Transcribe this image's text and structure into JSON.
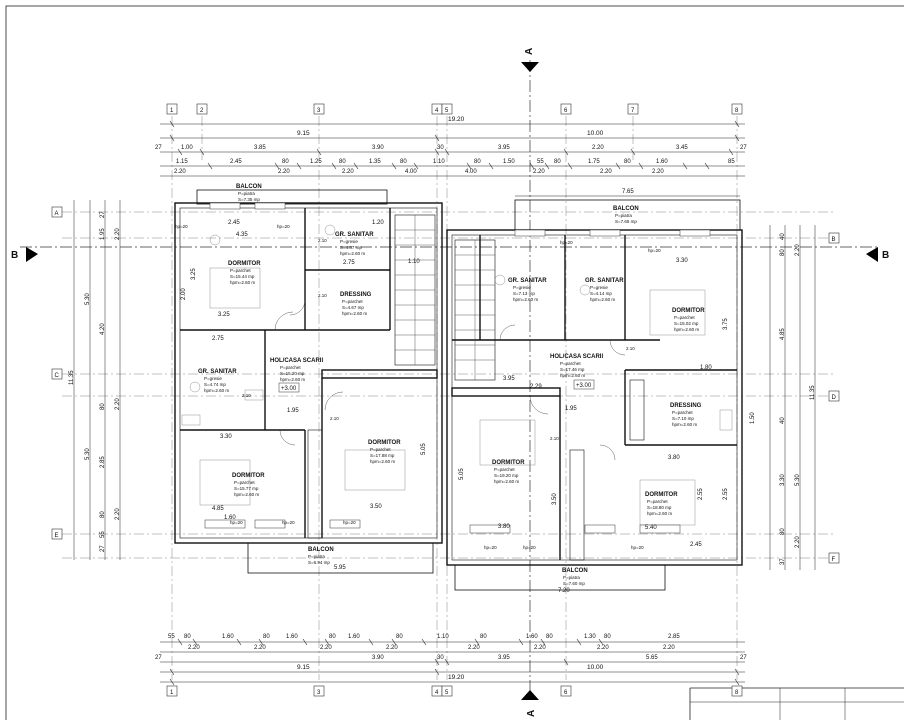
{
  "sections": {
    "a": "A",
    "b": "B"
  },
  "axes": {
    "top": [
      "1",
      "2",
      "3",
      "4",
      "5",
      "6",
      "7",
      "8"
    ],
    "bottom": [
      "1",
      "3",
      "4",
      "5",
      "6",
      "8"
    ],
    "left": [
      "A",
      "C",
      "E"
    ],
    "right": [
      "B",
      "D",
      "F"
    ]
  },
  "top_dims": {
    "overall": "19.20",
    "halves": [
      "9.15",
      "10.00"
    ],
    "row1": [
      "27",
      "1.00",
      "3.85",
      "3.90",
      "30",
      "3.95",
      "2.20",
      "3.45",
      "27"
    ],
    "row2": [
      "1.15",
      "2.45",
      "80",
      "1.25",
      "80",
      "1.35",
      "80",
      "1.10",
      "80",
      "1.50",
      "55",
      "80",
      "1.75",
      "80",
      "1.60",
      "85"
    ],
    "row3": [
      "2.20",
      "2.20",
      "2.20",
      "4.00",
      "4.00",
      "2.20",
      "2.20",
      "2.20"
    ],
    "balcony": "7.65"
  },
  "bottom_dims": {
    "row1": [
      "55",
      "80",
      "1.60",
      "80",
      "1.60",
      "80",
      "1.60",
      "80",
      "1.10",
      "80",
      "1.60",
      "80",
      "1.30",
      "80",
      "2.85"
    ],
    "row2": [
      "2.20",
      "2.20",
      "2.20",
      "2.20",
      "2.20",
      "2.20",
      "2.20",
      "2.20"
    ],
    "row3": [
      "27",
      "3.90",
      "30",
      "3.95",
      "5.65",
      "27"
    ],
    "halves": [
      "9.15",
      "10.00"
    ],
    "overall": "19.20"
  },
  "left_dims": [
    "27",
    "1.95",
    "2.20",
    "5.30",
    "4.20",
    "11.35",
    "80",
    "2.20",
    "5.30",
    "2.85",
    "80",
    "2.20",
    "55",
    "27",
    "2.00",
    "3.25"
  ],
  "right_dims": [
    "40",
    "80",
    "2.20",
    "4.85",
    "11.35",
    "3.75",
    "40",
    "1.50",
    "5.30",
    "3.30",
    "2.55",
    "80",
    "2.20",
    "37"
  ],
  "rooms": [
    {
      "name": "BALCON",
      "line1": "P=piatra",
      "line2": "S=7.35 mp"
    },
    {
      "name": "DORMITOR",
      "line1": "P=parchet",
      "line2": "S=15.44 mp",
      "line3": "hpm=2.60 m"
    },
    {
      "name": "GR. SANITAR",
      "line1": "P=gresie",
      "line2": "S=4.87 mp",
      "line3": "hpm=2.60 m"
    },
    {
      "name": "DRESSING",
      "line1": "P=parchet",
      "line2": "S=4.67 mp",
      "line3": "hpm=2.60 m"
    },
    {
      "name": "GR. SANITAR",
      "line1": "P=gresie",
      "line2": "S=4.74 mp",
      "line3": "hpm=2.60 m"
    },
    {
      "name": "HOL/CASA SCARII",
      "line1": "P=parchet",
      "line2": "S=15.20 mp",
      "line3": "hpm=2.60 m"
    },
    {
      "name": "DORMITOR",
      "line1": "P=parchet",
      "line2": "S=17.88 mp",
      "line3": "hpm=2.60 m"
    },
    {
      "name": "DORMITOR",
      "line1": "P=parchet",
      "line2": "S=15.77 mp",
      "line3": "hpm=2.60 m"
    },
    {
      "name": "BALCON",
      "line1": "P=piatra",
      "line2": "S=6.94 mp"
    },
    {
      "name": "BALCON",
      "line1": "P=piatra",
      "line2": "S=7.65 mp"
    },
    {
      "name": "GR. SANITAR",
      "line1": "P=gresie",
      "line2": "S=7.13 mp",
      "line3": "hpm=2.60 m"
    },
    {
      "name": "GR. SANITAR",
      "line1": "P=gresie",
      "line2": "S=4.14 mp",
      "line3": "hpm=2.60 m"
    },
    {
      "name": "DORMITOR",
      "line1": "P=parchet",
      "line2": "S=15.02 mp",
      "line3": "hpm=2.60 m"
    },
    {
      "name": "HOL/CASA SCARII",
      "line1": "P=parchet",
      "line2": "S=17.46 mp",
      "line3": "hpm=2.60 m"
    },
    {
      "name": "DRESSING",
      "line1": "P=parchet",
      "line2": "S=7.10 mp",
      "line3": "hpm=2.60 m"
    },
    {
      "name": "DORMITOR",
      "line1": "P=parchet",
      "line2": "S=19.20 mp",
      "line3": "hpm=2.60 m"
    },
    {
      "name": "DORMITOR",
      "line1": "P=parchet",
      "line2": "S=18.80 mp",
      "line3": "hpm=2.60 m"
    },
    {
      "name": "BALCON",
      "line1": "P=piatra",
      "line2": "S=7.60 mp"
    }
  ],
  "interior_dims": [
    "2.45",
    "4.35",
    "1.20",
    "2.75",
    "3.25",
    "2.75",
    "1.95",
    "3.30",
    "4.85",
    "1.60",
    "3.50",
    "5.95",
    "1.10",
    "3.95",
    "2.29",
    "1.95",
    "3.30",
    "1.80",
    "3.80",
    "5.40",
    "3.80",
    "7.20",
    "2.45",
    "5.05",
    "5.05",
    "3.50",
    "2.55"
  ],
  "levels": [
    "+3.00",
    "+3.00"
  ],
  "window_tag": "hp=20",
  "door_tag": "2.10"
}
